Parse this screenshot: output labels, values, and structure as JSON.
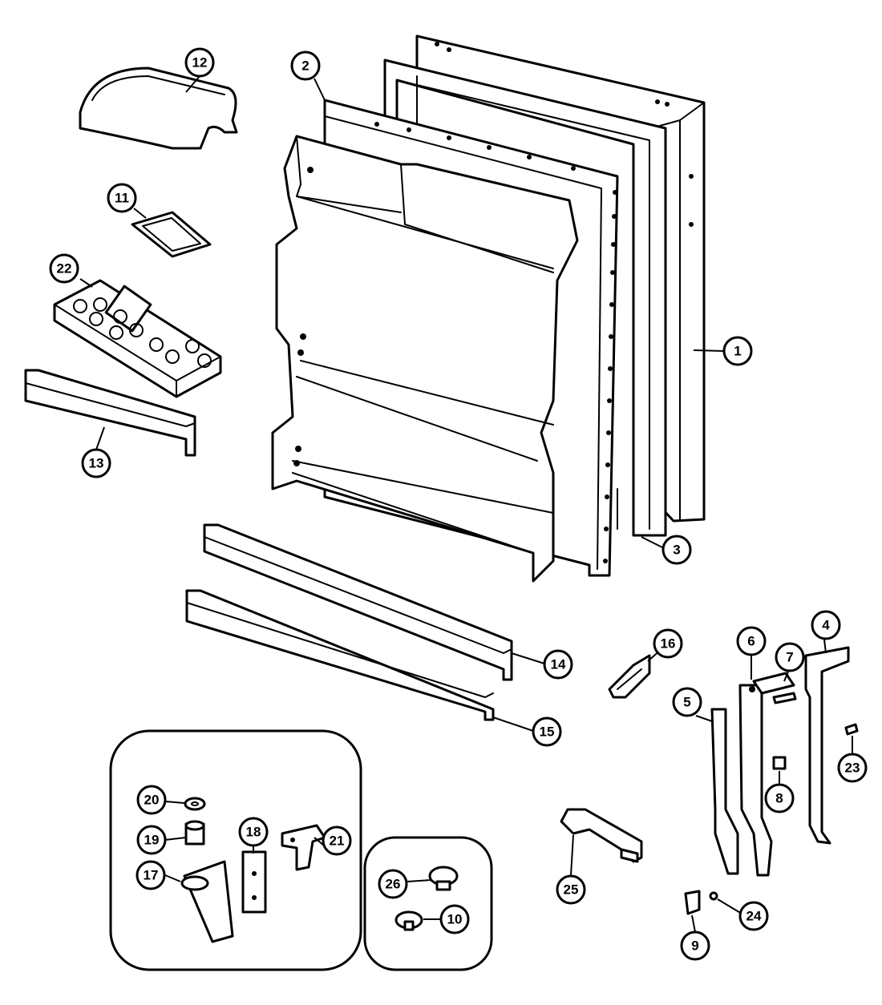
{
  "diagram": {
    "colors": {
      "ink": "#000000",
      "paper": "#ffffff"
    },
    "callouts": [
      {
        "id": "c1",
        "label": "1"
      },
      {
        "id": "c2",
        "label": "2"
      },
      {
        "id": "c3",
        "label": "3"
      },
      {
        "id": "c4",
        "label": "4"
      },
      {
        "id": "c5",
        "label": "5"
      },
      {
        "id": "c6",
        "label": "6"
      },
      {
        "id": "c7",
        "label": "7"
      },
      {
        "id": "c8",
        "label": "8"
      },
      {
        "id": "c9",
        "label": "9"
      },
      {
        "id": "c10",
        "label": "10"
      },
      {
        "id": "c11",
        "label": "11"
      },
      {
        "id": "c12",
        "label": "12"
      },
      {
        "id": "c13",
        "label": "13"
      },
      {
        "id": "c14",
        "label": "14"
      },
      {
        "id": "c15",
        "label": "15"
      },
      {
        "id": "c16",
        "label": "16"
      },
      {
        "id": "c17",
        "label": "17"
      },
      {
        "id": "c18",
        "label": "18"
      },
      {
        "id": "c19",
        "label": "19"
      },
      {
        "id": "c20",
        "label": "20"
      },
      {
        "id": "c21",
        "label": "21"
      },
      {
        "id": "c22",
        "label": "22"
      },
      {
        "id": "c23",
        "label": "23"
      },
      {
        "id": "c24",
        "label": "24"
      },
      {
        "id": "c25",
        "label": "25"
      },
      {
        "id": "c26",
        "label": "26"
      }
    ]
  }
}
